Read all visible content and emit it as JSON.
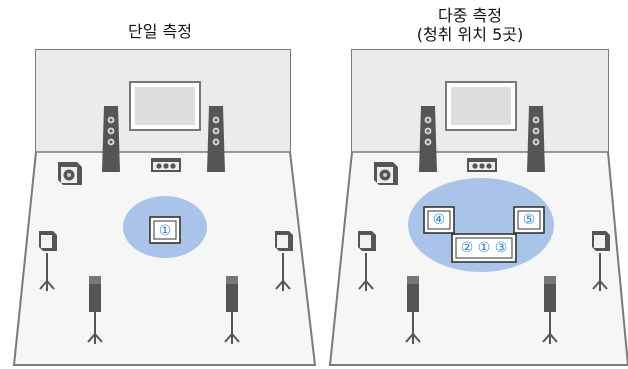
{
  "panels": [
    {
      "title": "단일 측정",
      "positions": [
        "①"
      ]
    },
    {
      "title_line1": "다중 측정",
      "title_line2": "(청취 위치 5곳)",
      "positions": [
        "④",
        "⑤",
        "②",
        "①",
        "③"
      ]
    }
  ],
  "colors": {
    "wall_fill": "#ebebeb",
    "floor_fill": "#f6f6f6",
    "wall_stroke": "#7a7a7a",
    "speaker_dark": "#555555",
    "listening_area": "#a9c4e8",
    "number_color": "#2a7fd0"
  }
}
